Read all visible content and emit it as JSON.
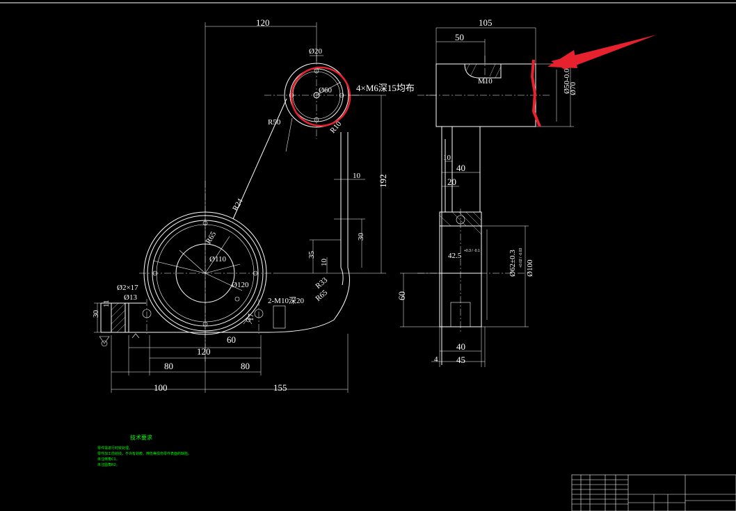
{
  "dimensions": {
    "d120_top": "120",
    "d20_phi": "Ø20",
    "d60_phi": "Ø60",
    "thread_note": "4×M6深15均布",
    "r50": "R50",
    "r10": "R10",
    "r24": "R24",
    "d10_a": "10",
    "d192": "192",
    "r65": "R65",
    "d110_phi": "Ø110",
    "d120_phi": "Ø120",
    "d30": "30",
    "d35": "35",
    "d10_b": "10",
    "r33": "R33",
    "r65_b": "R65",
    "hole_note": "2-M10深20",
    "phi2x17": "Ø2×17",
    "phi13": "Ø13",
    "d30_left": "30",
    "d11": "11",
    "d17": "17",
    "d60_bottom": "60",
    "d120_bottom": "120",
    "d80_left": "80",
    "d80_right": "80",
    "d100": "100",
    "d155": "155",
    "side_d105": "105",
    "side_d50": "50",
    "side_m10": "M10",
    "side_phi50": "Ø50-0.027",
    "side_phi70": "Ø70",
    "side_d10": "10",
    "side_d40": "40",
    "side_d20": "20",
    "side_d42": "42.5",
    "side_tol42": "+0.3 / -0.1",
    "side_phi62": "Ø62±0.3",
    "side_phi100": "Ø100",
    "side_tol100": "+0.02 / -0.03",
    "side_d60": "60",
    "side_d40_bottom": "40",
    "side_d45": "45",
    "side_d4": "4"
  },
  "tech_requirements": {
    "title": "技术要求",
    "lines": [
      "零件需进行时效处理。",
      "零件加工前划线，不许有划痕、擦伤等损伤零件表面的缺陷。",
      "未注倒角C1。",
      "未注圆角R2。"
    ]
  },
  "colors": {
    "background": "#000000",
    "lines": "#ffffff",
    "highlight_circle": "#e8212e",
    "highlight_mark": "#e8212e",
    "arrow": "#e8212e",
    "text_green": "#00ff00"
  }
}
